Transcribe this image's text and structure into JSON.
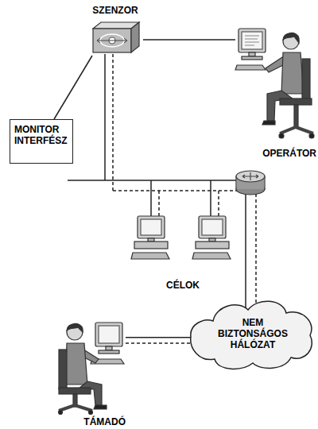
{
  "diagram": {
    "nodes": [
      {
        "text": [
          "SZENZOR"
        ]
      },
      {
        "text": [
          "OPERÁTOR"
        ]
      },
      {
        "text": [
          "MONITOR INTERFÉSZ"
        ]
      },
      {
        "text": [
          "CÉLOK"
        ]
      },
      {
        "text": [
          "NEM BIZTONSÁGOS HÁLÓZAT"
        ]
      },
      {
        "text": [
          "TÁMADÓ"
        ]
      }
    ],
    "edges": [
      {
        "from": 0,
        "to": 1,
        "arrow": "none"
      },
      {
        "from": 2,
        "to": 0,
        "arrow": "none"
      },
      {
        "from": 5,
        "to": 4,
        "arrow": "none"
      }
    ]
  }
}
